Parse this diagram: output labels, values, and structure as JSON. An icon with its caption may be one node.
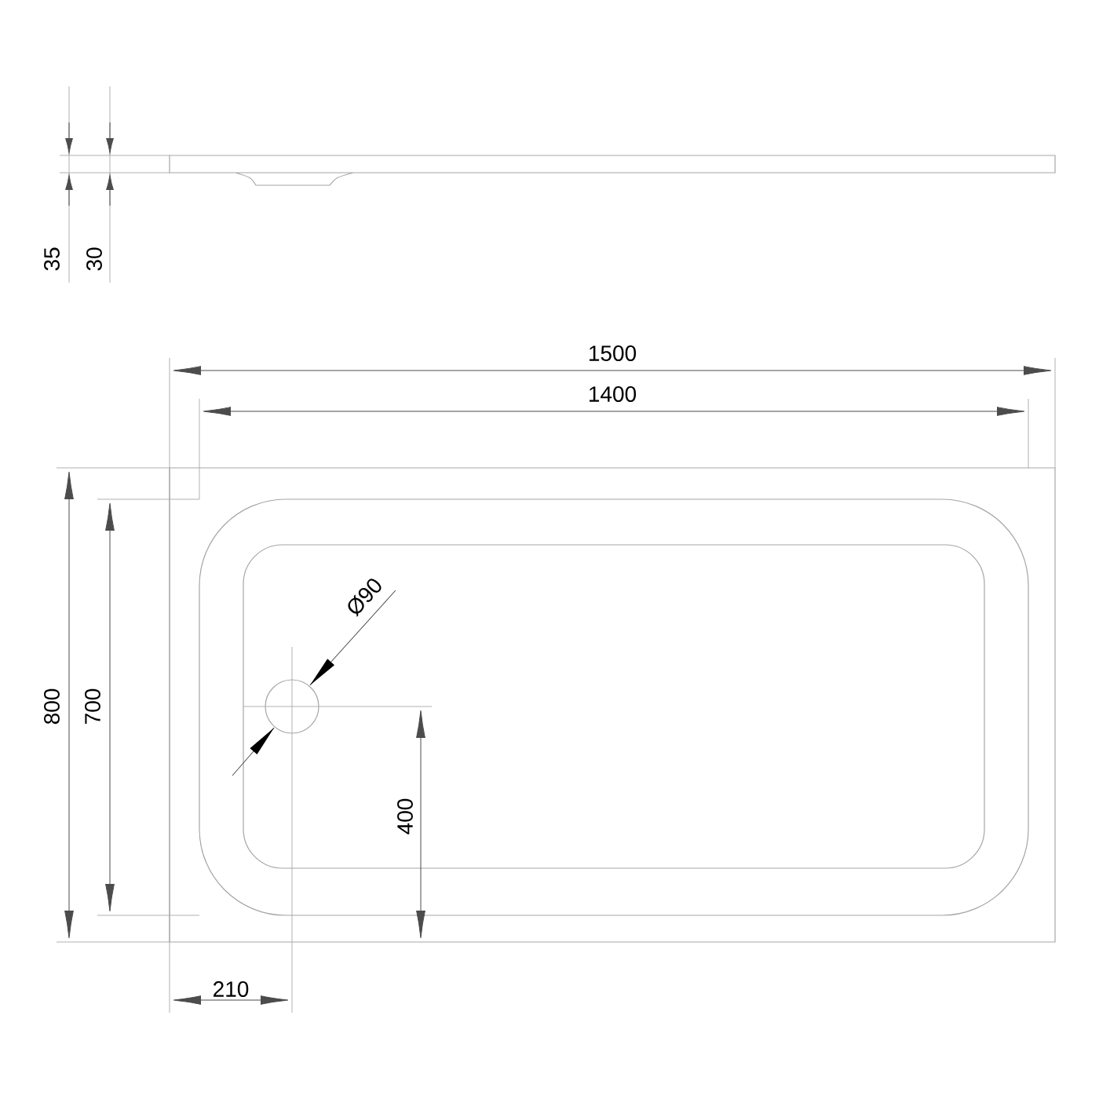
{
  "diagram": {
    "labels": [
      "35",
      "30",
      "1500",
      "1400",
      "800",
      "700",
      "Ø90",
      "400",
      "210"
    ]
  }
}
